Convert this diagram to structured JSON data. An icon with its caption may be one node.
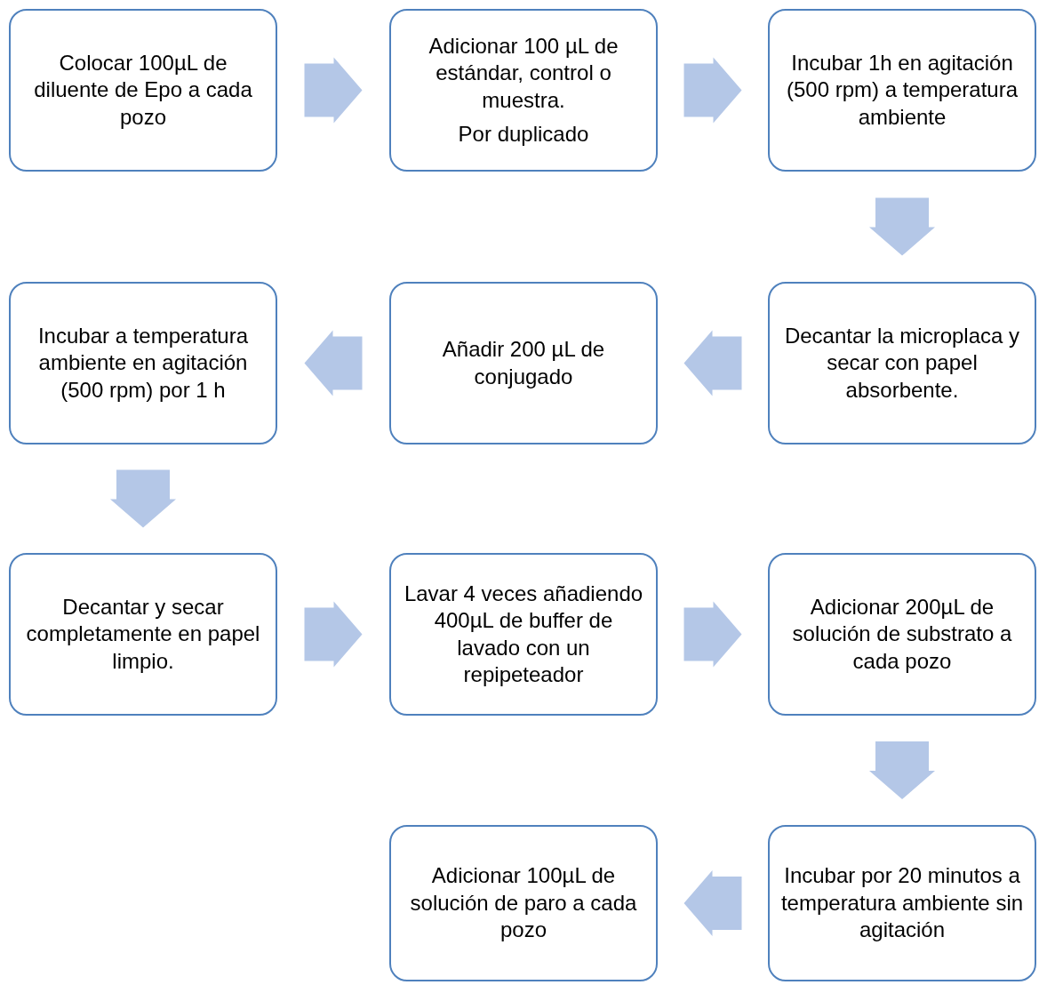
{
  "diagram": {
    "nodes": [
      {
        "text": [
          "Colocar 100µL de diluente de Epo a cada pozo"
        ]
      },
      {
        "text": [
          "Adicionar 100 µL de estándar, control o muestra.",
          "Por duplicado"
        ]
      },
      {
        "text": [
          "Incubar 1h en agitación (500 rpm) a temperatura ambiente"
        ]
      },
      {
        "text": [
          "Decantar la microplaca y secar con papel absorbente."
        ]
      },
      {
        "text": [
          "Añadir 200 µL de conjugado"
        ]
      },
      {
        "text": [
          "Incubar a temperatura ambiente en agitación (500 rpm) por 1 h"
        ]
      },
      {
        "text": [
          "Decantar y secar completamente en papel limpio."
        ]
      },
      {
        "text": [
          "Lavar 4 veces añadiendo 400µL de buffer de lavado con un repipeteador"
        ]
      },
      {
        "text": [
          "Adicionar 200µL de solución de substrato a cada pozo"
        ]
      },
      {
        "text": [
          "Incubar por 20 minutos a temperatura ambiente sin agitación"
        ]
      },
      {
        "text": [
          "Adicionar 100µL de solución de paro a cada pozo"
        ]
      }
    ],
    "edges": [
      {
        "from": 0,
        "to": 1,
        "arrow": "to"
      },
      {
        "from": 1,
        "to": 2,
        "arrow": "to"
      },
      {
        "from": 2,
        "to": 3,
        "arrow": "to"
      },
      {
        "from": 3,
        "to": 4,
        "arrow": "to"
      },
      {
        "from": 4,
        "to": 5,
        "arrow": "to"
      },
      {
        "from": 5,
        "to": 6,
        "arrow": "to"
      },
      {
        "from": 6,
        "to": 7,
        "arrow": "to"
      },
      {
        "from": 7,
        "to": 8,
        "arrow": "to"
      },
      {
        "from": 8,
        "to": 9,
        "arrow": "to"
      },
      {
        "from": 9,
        "to": 10,
        "arrow": "to"
      }
    ]
  }
}
